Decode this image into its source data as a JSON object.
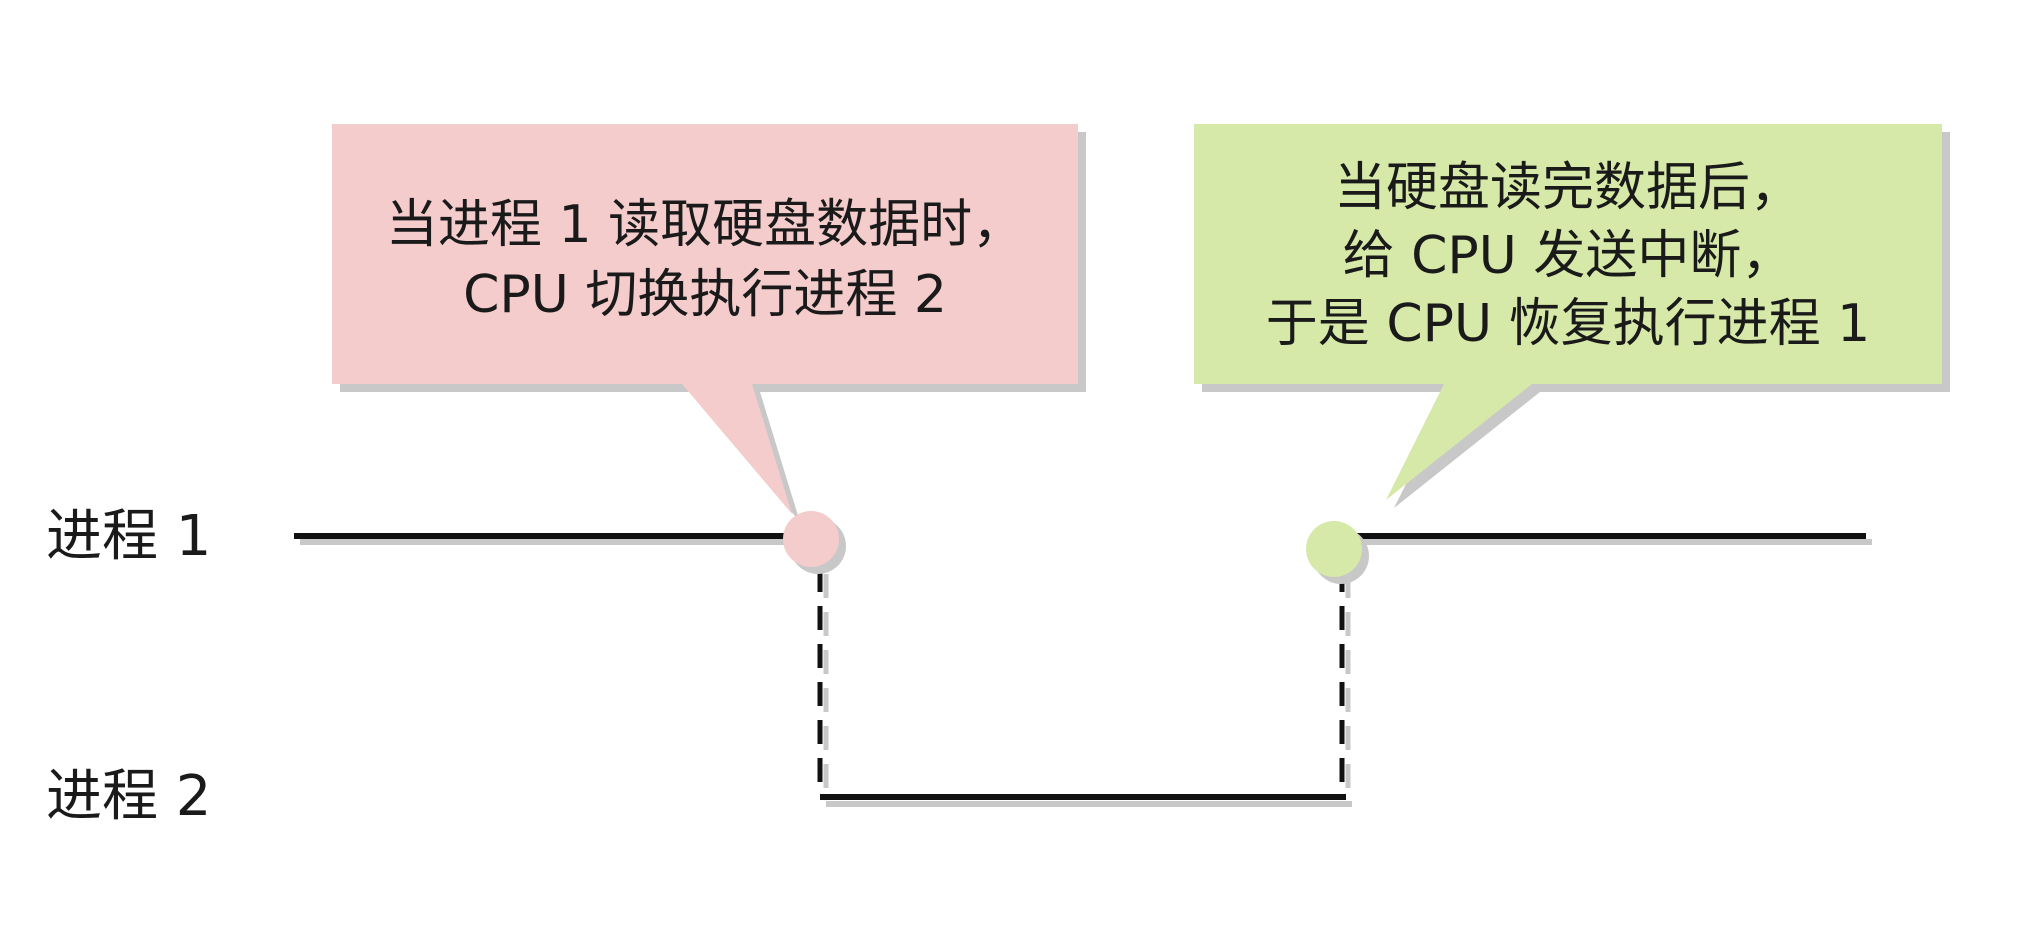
{
  "lanes": [
    {
      "label": "进程 1"
    },
    {
      "label": "进程 2"
    }
  ],
  "callouts": [
    {
      "lines": [
        "当进程 1 读取硬盘数据时，",
        "CPU 切换执行进程 2"
      ],
      "fill": "#f4cccc"
    },
    {
      "lines": [
        "当硬盘读完数据后，",
        "给 CPU 发送中断，",
        "于是 CPU 恢复执行进程 1"
      ],
      "fill": "#d6e9a8"
    }
  ],
  "colors": {
    "line": "#111111",
    "shadow": "#c8c8c8",
    "pink_point": "#f4cccc",
    "green_point": "#d6e9a8"
  }
}
